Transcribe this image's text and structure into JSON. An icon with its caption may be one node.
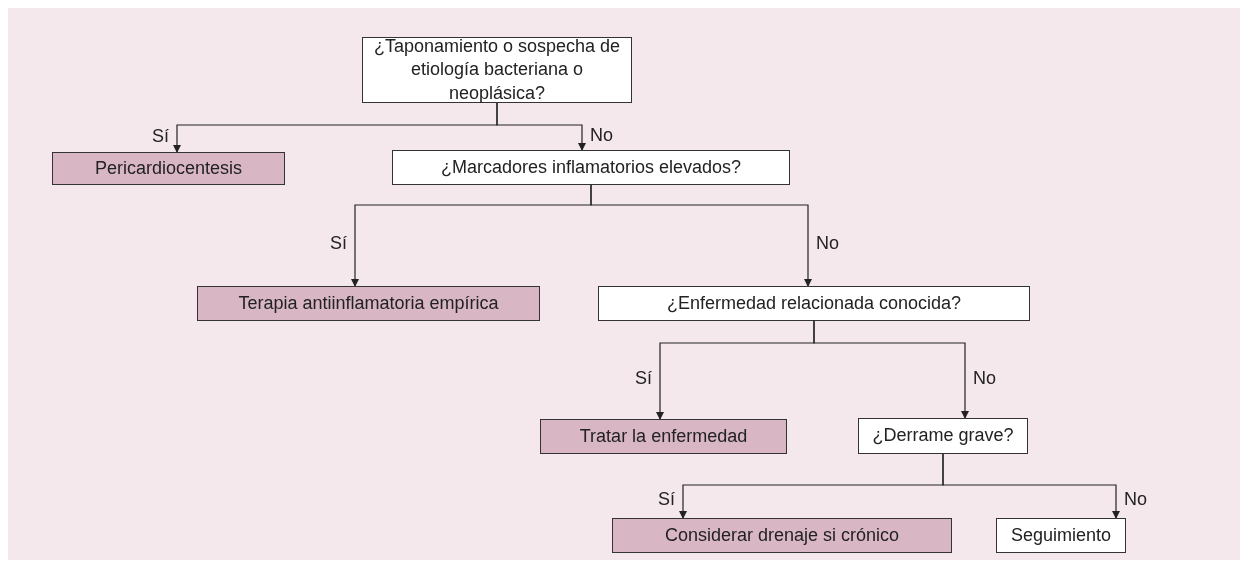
{
  "diagram": {
    "nodes": [
      {
        "text": [
          "¿Taponamiento o sospecha de etiología bacteriana o neoplásica?"
        ]
      },
      {
        "text": [
          "Pericardiocentesis"
        ]
      },
      {
        "text": [
          "¿Marcadores inflamatorios elevados?"
        ]
      },
      {
        "text": [
          "Terapia antiinflamatoria empírica"
        ]
      },
      {
        "text": [
          "¿Enfermedad relacionada conocida?"
        ]
      },
      {
        "text": [
          "Tratar la enfermedad"
        ]
      },
      {
        "text": [
          "¿Derrame grave?"
        ]
      },
      {
        "text": [
          "Considerar drenaje si crónico"
        ]
      },
      {
        "text": [
          "Seguimiento"
        ]
      }
    ],
    "edges": [
      {
        "from": 0,
        "to": 1,
        "arrow": "to",
        "label": "Sí"
      },
      {
        "from": 0,
        "to": 2,
        "arrow": "to",
        "label": "No"
      },
      {
        "from": 2,
        "to": 3,
        "arrow": "to",
        "label": "Sí"
      },
      {
        "from": 2,
        "to": 4,
        "arrow": "to",
        "label": "No"
      },
      {
        "from": 4,
        "to": 5,
        "arrow": "to",
        "label": "Sí"
      },
      {
        "from": 4,
        "to": 6,
        "arrow": "to",
        "label": "No"
      },
      {
        "from": 6,
        "to": 7,
        "arrow": "to",
        "label": "Sí"
      },
      {
        "from": 6,
        "to": 8,
        "arrow": "to",
        "label": "No"
      }
    ]
  }
}
